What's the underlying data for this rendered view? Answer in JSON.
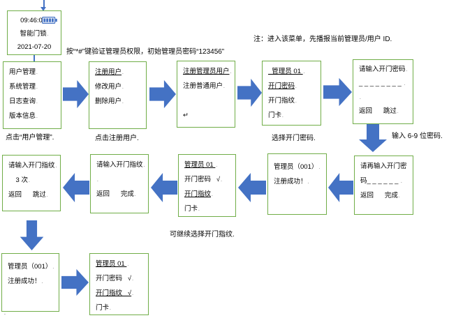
{
  "colors": {
    "border_green": "#70ad47",
    "arrow_blue": "#4472c4",
    "text": "#000000"
  },
  "notes": {
    "menu_note": "注：进入该菜单，先播报当前管理员/用户 ID.",
    "admin_hint": "按“*#”键验证管理员权限，初始管理员密码“123456”",
    "password_hint": "输入 6-9 位密码."
  },
  "captions": {
    "click_user_mgmt": "点击“用户管理”.",
    "click_register": "点击注册用户.",
    "choose_password": "选择开门密码.",
    "continue_fingerprint": "可继续选择开门指纹.",
    "stray_mark": "."
  },
  "boxes": {
    "lock_home": {
      "title": "智能门锁主屏",
      "lines": [
        {
          "text": "09:46:00",
          "mark": "."
        },
        {
          "text": "智能门锁",
          "mark": "."
        },
        {
          "text": "2021-07-20"
        }
      ],
      "battery_icon": "battery-icon"
    },
    "main_menu": {
      "lines": [
        {
          "text": "用户管理",
          "mark": "."
        },
        {
          "text": "系统管理",
          "mark": "."
        },
        {
          "text": "日志查询",
          "mark": "."
        },
        {
          "text": "版本信息",
          "mark": "."
        }
      ]
    },
    "register_menu": {
      "lines": [
        {
          "text": "注册用户",
          "u": true,
          "mark": "."
        },
        {
          "text": "修改用户",
          "mark": "."
        },
        {
          "text": "删除用户",
          "mark": "."
        }
      ]
    },
    "register_type": {
      "lines": [
        {
          "text": "注册管理员用户",
          "u": true,
          "mark": "."
        },
        {
          "text": "注册普通用户",
          "mark": "."
        },
        {
          "text": ""
        },
        {
          "text": "↵"
        }
      ]
    },
    "select_unlock_pwd": {
      "lines": [
        {
          "text": "  管理员 01 ",
          "u": true,
          "mark": "."
        },
        {
          "text": "开门密码",
          "u": true,
          "mark": "."
        },
        {
          "text": "开门指纹",
          "mark": "."
        },
        {
          "text": "门卡",
          "mark": "."
        }
      ]
    },
    "enter_pwd": {
      "lines": [
        {
          "text": "请输入开门密码",
          "mark": "."
        },
        {
          "text": "_ _ _ _ _ _ _ _ ",
          "mark": "."
        },
        {
          "text": "",
          "mark": "."
        },
        {
          "text": "返回      跳过",
          "mark": "."
        }
      ]
    },
    "reenter_pwd": {
      "lines": [
        {
          "text": "请再输入开门密"
        },
        {
          "text": "码_ _ _ _ _ _ ",
          "mark": "."
        },
        {
          "text": "返回      完成",
          "mark": "."
        }
      ]
    },
    "register_success_pwd": {
      "lines": [
        {
          "text": "管理员（001）",
          "mark": "."
        },
        {
          "text": "注册成功！",
          "mark": "."
        }
      ]
    },
    "select_unlock_fp": {
      "lines": [
        {
          "text": "管理员 01 ",
          "u": true,
          "mark": "."
        },
        {
          "text": "开门密码   √",
          "mark": "."
        },
        {
          "text": "开门指纹",
          "u": true,
          "mark": "."
        },
        {
          "text": "门卡",
          "mark": "."
        }
      ]
    },
    "enter_fp": {
      "lines": [
        {
          "text": "请输入开门指纹",
          "mark": "."
        },
        {
          "text": "",
          "mark": "."
        },
        {
          "text": "返回      完成",
          "mark": "."
        }
      ]
    },
    "enter_fp_times": {
      "lines": [
        {
          "text": "请输入开门指纹",
          "mark": "."
        },
        {
          "text": "    3 次",
          "mark": "."
        },
        {
          "text": "返回      跳过",
          "mark": "."
        }
      ]
    },
    "register_success_fp": {
      "lines": [
        {
          "text": "管理员（001）",
          "mark": "."
        },
        {
          "text": "注册成功！",
          "mark": "."
        }
      ]
    },
    "unlock_methods_done": {
      "lines": [
        {
          "text": "管理员 01 ",
          "u": true,
          "mark": "."
        },
        {
          "text": "开门密码   √",
          "mark": "."
        },
        {
          "text": "开门指纹   √",
          "u": true,
          "mark": "."
        },
        {
          "text": "门卡",
          "mark": "."
        }
      ]
    }
  }
}
